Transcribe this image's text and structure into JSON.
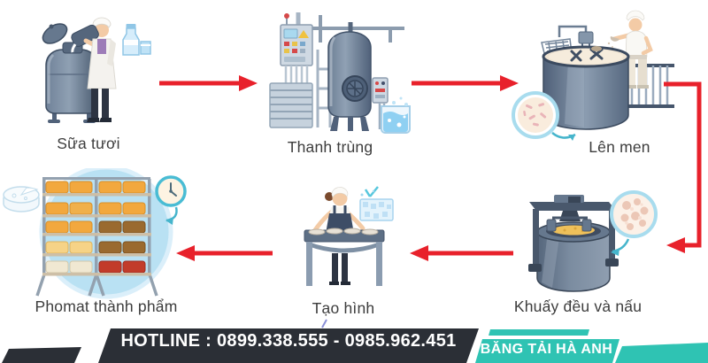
{
  "diagram": {
    "title": "cheese-production-process-flow",
    "flow_color": "#e8212b",
    "sequence": [
      "fresh-milk",
      "pasteurization",
      "fermentation",
      "stir-and-cook",
      "shaping",
      "finished-cheese"
    ],
    "stages": [
      {
        "id": "fresh-milk",
        "label": "Sữa tươi",
        "illustration": "milk-churn-with-worker-and-milk-bottle"
      },
      {
        "id": "pasteurization",
        "label": "Thanh trùng",
        "illustration": "pasteurization-tank-with-control-panel"
      },
      {
        "id": "fermentation",
        "label": "Lên men",
        "illustration": "fermentation-vat-with-worker-and-starter-culture"
      },
      {
        "id": "stir-and-cook",
        "label": "Khuấy đều và nấu",
        "illustration": "stirring-kettle-with-curd-magnifier"
      },
      {
        "id": "shaping",
        "label": "Tạo hình",
        "illustration": "worker-molding-cheese-at-table"
      },
      {
        "id": "finished-cheese",
        "label": "Phomat thành phẩm",
        "illustration": "cheese-ripening-rack-with-clock"
      }
    ]
  },
  "footer": {
    "hotline": "HOTLINE : 0899.338.555 - 0985.962.451",
    "brand": "BĂNG TẢI HÀ ANH",
    "hotline_bg": "#2b2f36",
    "brand_bg": "#2fc3b3",
    "text_color": "#ffffff"
  },
  "colors": {
    "background": "#ffffff",
    "label_text": "#3d3d3d",
    "machine_slate": "#5d7089",
    "light_blue": "#aadcf0",
    "accent_teal": "#46b5cc",
    "cheese_orange": "#f2a83e",
    "cheese_brown": "#9a6a2f",
    "cheese_red": "#c23b2a",
    "content_gold": "#eec05a"
  }
}
